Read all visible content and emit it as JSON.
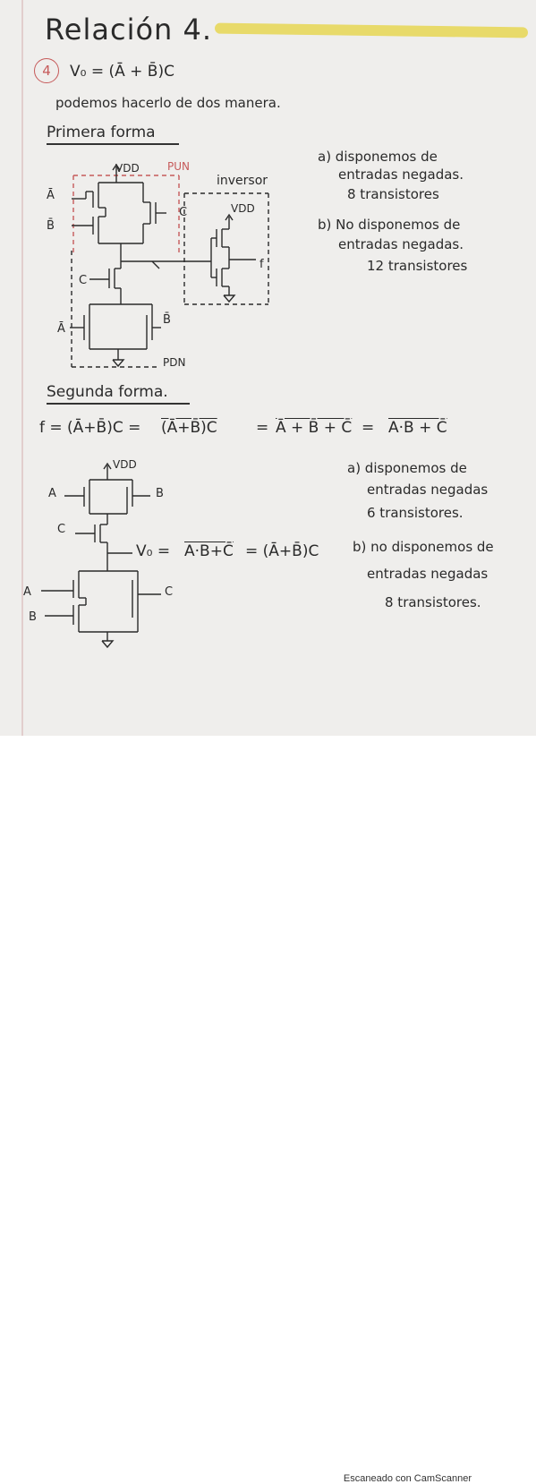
{
  "title": "Relación 4.",
  "problem_number": "4",
  "vo_expression": "V₀ = (Ā + B̄)C",
  "intro": "podemos hacerlo de dos manera.",
  "primera": {
    "heading": "Primera forma",
    "vdd": "VDD",
    "pun": "PUN",
    "pdn": "PDN",
    "inversor": "inversor",
    "inv_vdd": "VDD",
    "f_label": "f",
    "in_a_bar": "Ā",
    "in_b_bar": "B̄",
    "in_c_top": "C",
    "in_c_left": "C",
    "in_a_bar_pdn": "Ā",
    "in_b_bar_pdn": "B̄",
    "a_line1": "a) disponemos de",
    "a_line2": "entradas negadas.",
    "a_line3": "8 transistores",
    "b_line1": "b) No disponemos de",
    "b_line2": "entradas negadas.",
    "b_line3": "12 transistores"
  },
  "segunda": {
    "heading": "Segunda forma.",
    "eq_f": "f = (Ā+B̄)C =",
    "eq_p1": "(Ā+B̄)C",
    "eq_eq2": "=",
    "eq_p2": "Ā + B̄ + C̄",
    "eq_eq3": "=",
    "eq_p3": "A·B + C̄",
    "vdd": "VDD",
    "in_a": "A",
    "in_b": "B",
    "in_c": "C",
    "pdn_a": "A",
    "pdn_b": "B",
    "pdn_c": "C",
    "vo_text": "V₀ =",
    "vo_expr": "A·B+C̄",
    "vo_eq": "= (Ā+B̄)C",
    "a_line1": "a) disponemos de",
    "a_line2": "entradas negadas",
    "a_line3": "6 transistores.",
    "b_line1": "b) no disponemos de",
    "b_line2": "entradas negadas",
    "b_line3": "8 transistores."
  },
  "footer": "Escaneado con CamScanner",
  "colors": {
    "highlight": "#e8da6a",
    "red_ink": "#c65a5a",
    "ink": "#2a2a2a",
    "paper": "#efeeec"
  }
}
